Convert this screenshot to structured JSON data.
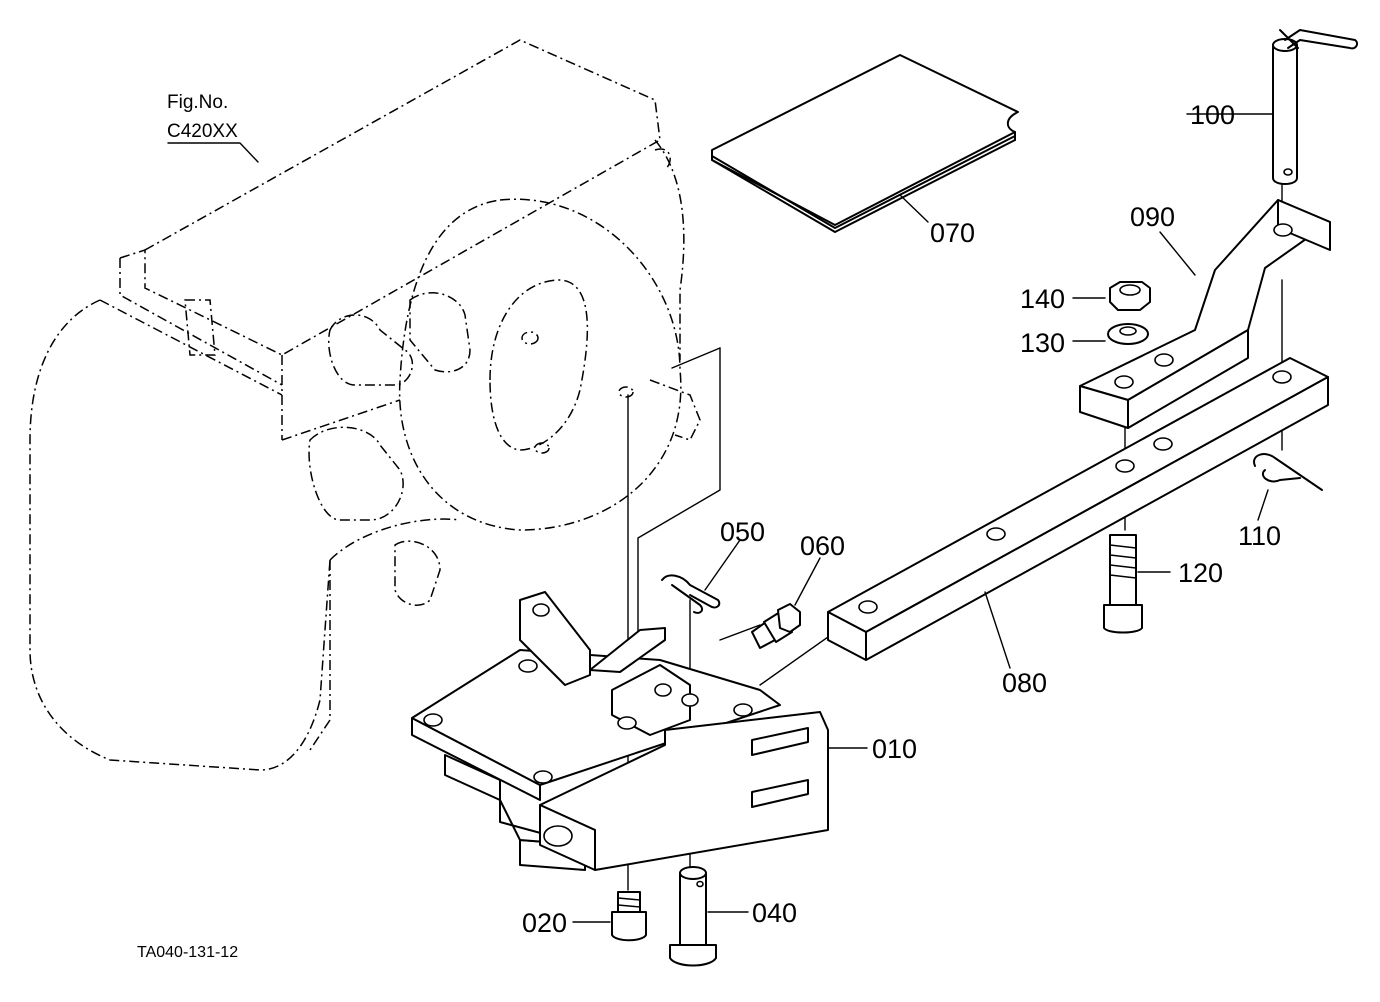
{
  "figure_ref": {
    "line1": "Fig.No.",
    "line2": "C420XX"
  },
  "drawing_code": "TA040-131-12",
  "parts": {
    "p010": "010",
    "p020": "020",
    "p040": "040",
    "p050": "050",
    "p060": "060",
    "p070": "070",
    "p080": "080",
    "p090": "090",
    "p100": "100",
    "p110": "110",
    "p120": "120",
    "p130": "130",
    "p140": "140"
  }
}
